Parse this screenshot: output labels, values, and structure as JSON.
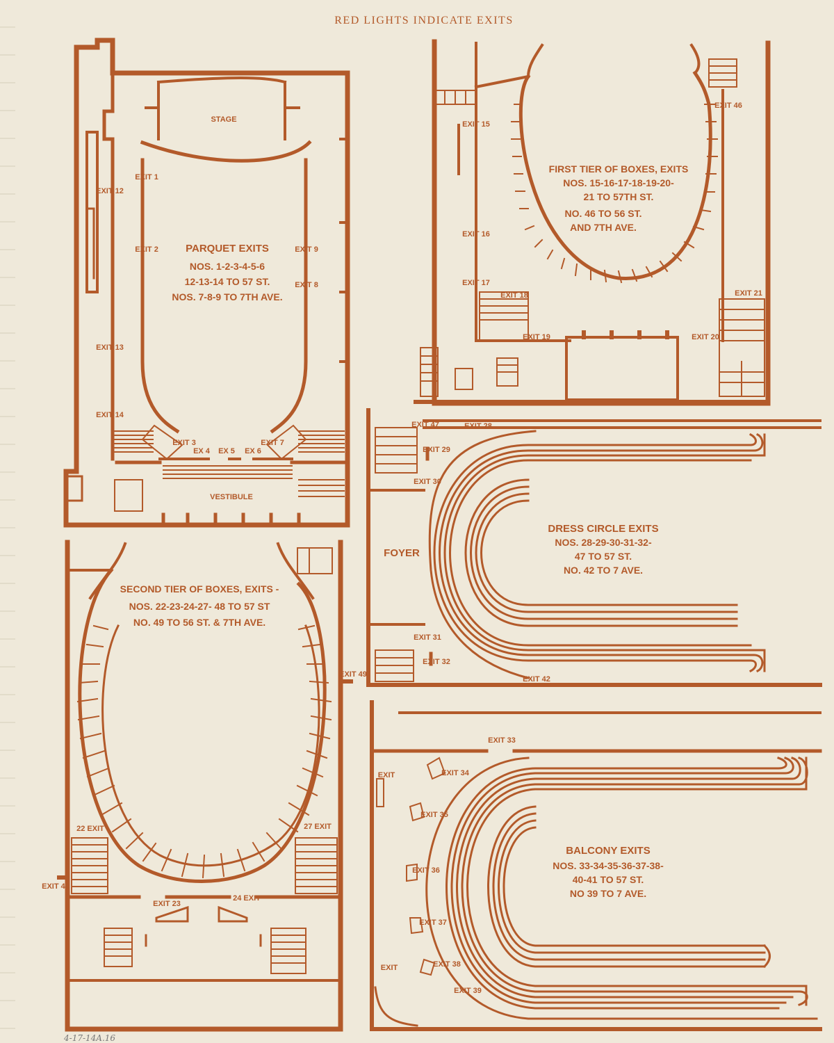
{
  "header": "RED LIGHTS INDICATE EXITS",
  "colors": {
    "ink": "#b35a2a",
    "paper": "#efe9da"
  },
  "parquet": {
    "stage": "STAGE",
    "vestibule": "VESTIBULE",
    "title": "PARQUET EXITS",
    "line1": "NOS. 1-2-3-4-5-6",
    "line2": "12-13-14 TO 57 ST.",
    "line3": "NOS. 7-8-9 TO 7TH AVE.",
    "exits": {
      "e1": "EXIT 1",
      "e2": "EXIT 2",
      "e12": "EXIT 12",
      "e13": "EXIT 13",
      "e14": "EXIT 14",
      "e9": "EXIT 9",
      "e8": "EXIT 8",
      "e3": "EXIT 3",
      "e4": "EX 4",
      "e5": "EX 5",
      "e6": "EX 6",
      "e7": "EXIT 7"
    }
  },
  "first_tier": {
    "title": "FIRST TIER OF BOXES, EXITS",
    "line1": "NOS. 15-16-17-18-19-20-",
    "line2": "21 TO 57TH ST.",
    "line3": "NO. 46 TO 56 ST.",
    "line4": "AND 7TH AVE.",
    "exits": {
      "e15": "EXIT 15",
      "e16": "EXIT 16",
      "e17": "EXIT 17",
      "e18": "EXIT 18",
      "e19": "EXIT 19",
      "e20": "EXIT 20",
      "e21": "EXIT 21",
      "e46": "EXIT 46"
    }
  },
  "dress_circle": {
    "title": "DRESS CIRCLE EXITS",
    "line1": "NOS. 28-29-30-31-32-",
    "line2": "47 TO 57 ST.",
    "line3": "NO. 42 TO 7 AVE.",
    "foyer": "FOYER",
    "exits": {
      "e47": "EXIT 47",
      "e28": "EXIT 28",
      "e29": "EXIT 29",
      "e30": "EXIT 30",
      "e31": "EXIT 31",
      "e32": "EXIT 32",
      "e42": "EXIT 42"
    }
  },
  "second_tier": {
    "title": "SECOND TIER OF BOXES, EXITS -",
    "line1": "NOS. 22-23-24-27- 48 TO 57 ST",
    "line2": "NO. 49 TO 56 ST. & 7TH AVE.",
    "exits": {
      "e22": "22 EXIT",
      "e27": "27 EXIT",
      "e48": "EXIT 48",
      "e23": "EXIT 23",
      "e24": "24 EXIT",
      "e49": "EXIT 49"
    }
  },
  "balcony": {
    "title": "BALCONY EXITS",
    "line1": "NOS. 33-34-35-36-37-38-",
    "line2": "40-41 TO 57 ST.",
    "line3": "NO 39 TO 7 AVE.",
    "exits": {
      "e33": "EXIT 33",
      "e34": "EXIT 34",
      "e35": "EXIT 35",
      "e36": "EXIT 36",
      "e37": "EXIT 37",
      "e38": "EXIT 38",
      "e39": "EXIT 39",
      "e40": "EXIT",
      "e41": "EXIT"
    }
  },
  "catalog_note": "4-17-14A.16"
}
